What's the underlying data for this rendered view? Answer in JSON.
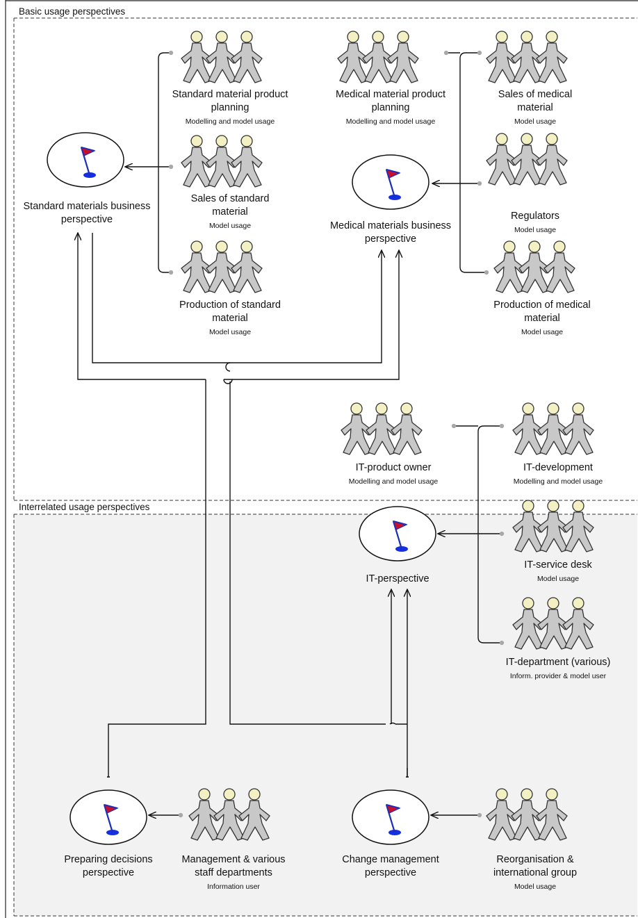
{
  "sections": {
    "basic": "Basic usage perspectives",
    "interrelated": "Interrelated usage perspectives"
  },
  "icons": {
    "perspective": "flag-target-icon",
    "group": "people-group-icon"
  },
  "colors": {
    "figure_fill": "#c8c8c8",
    "figure_head": "#f2f0c0",
    "flag": "#c8102e",
    "flag_pole": "#1a2fb8",
    "target": "#1430e0",
    "section_bg": "#f2f2f2"
  },
  "perspectives": {
    "standard": "Standard materials business perspective",
    "medical": "Medical materials business perspective",
    "it": "IT-perspective",
    "decisions": "Preparing decisions perspective",
    "change": "Change management perspective"
  },
  "groups": {
    "std_planning": {
      "title": "Standard material product planning",
      "sub": "Modelling and model usage"
    },
    "std_sales": {
      "title": "Sales of standard material",
      "sub": "Model usage"
    },
    "std_production": {
      "title": "Production of standard material",
      "sub": "Model usage"
    },
    "med_planning": {
      "title": "Medical material product planning",
      "sub": "Modelling and model usage"
    },
    "med_sales": {
      "title": "Sales of medical material",
      "sub": "Model usage"
    },
    "regulators": {
      "title": "Regulators",
      "sub": "Model usage"
    },
    "med_production": {
      "title": "Production of medical material",
      "sub": "Model usage"
    },
    "it_owner": {
      "title": "IT-product owner",
      "sub": "Modelling and model usage"
    },
    "it_dev": {
      "title": "IT-development",
      "sub": "Modelling and model usage"
    },
    "it_desk": {
      "title": "IT-service desk",
      "sub": "Model usage"
    },
    "it_dept": {
      "title": "IT-department (various)",
      "sub": "Inform. provider & model user"
    },
    "management": {
      "title": "Management & various staff departments",
      "sub": "Information user"
    },
    "reorg": {
      "title": "Reorganisation & international group",
      "sub": "Model usage"
    }
  }
}
